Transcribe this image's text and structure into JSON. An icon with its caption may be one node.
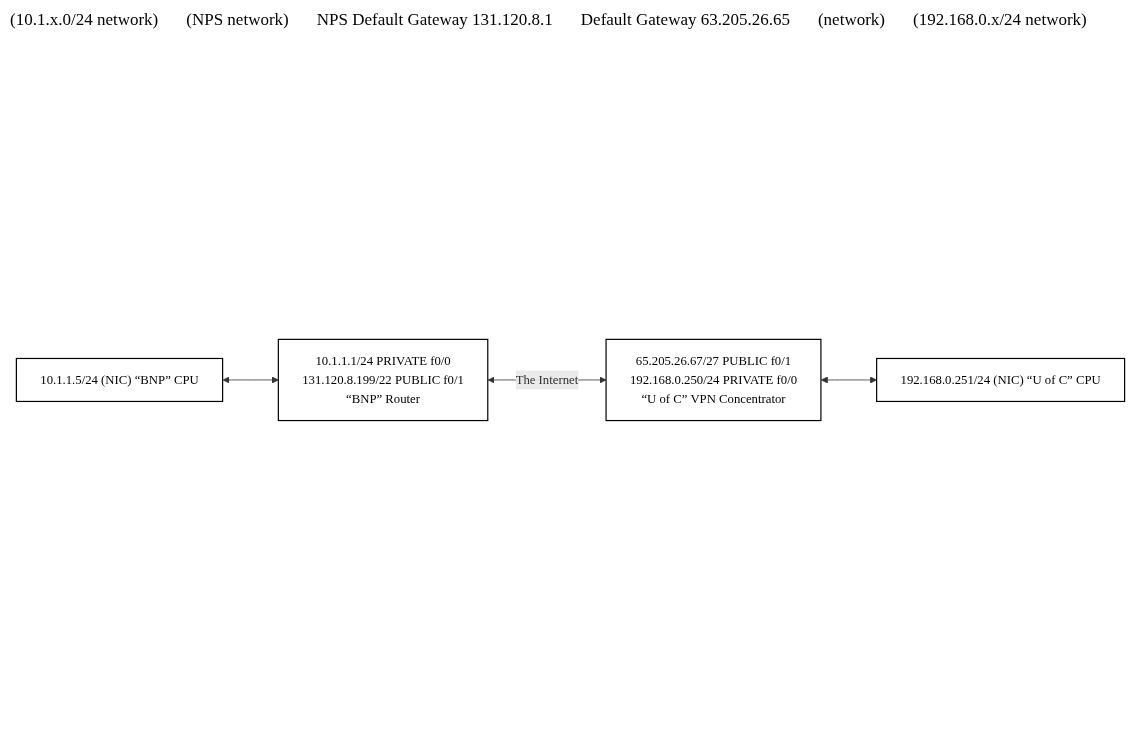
{
  "diagram": {
    "nodes": [
      {
        "text": [
          "10.1.1.5/24 (NIC) “BNP” CPU"
        ]
      },
      {
        "text": [
          "10.1.1.1/24 PRIVATE f0/0",
          "131.120.8.199/22 PUBLIC f0/1",
          "“BNP” Router"
        ]
      },
      {
        "text": [
          "65.205.26.67/27 PUBLIC f0/1",
          "192.168.0.250/24 PRIVATE f0/0",
          "“U of C” VPN Concentrator"
        ]
      },
      {
        "text": [
          "192.168.0.251/24 (NIC) “U of C” CPU"
        ]
      }
    ],
    "edges": [
      {
        "from": 0,
        "to": 1,
        "arrow": "both"
      },
      {
        "from": 1,
        "to": 2,
        "arrow": "both",
        "label": "The Internet"
      },
      {
        "from": 2,
        "to": 3,
        "arrow": "both"
      }
    ],
    "labels": [
      "(10.1.x.0/24 network)",
      "(NPS network)",
      "NPS Default Gateway 131.120.8.1",
      "Default Gateway 63.205.26.65",
      "(network)",
      "(192.168.0.x/24 network)"
    ]
  }
}
